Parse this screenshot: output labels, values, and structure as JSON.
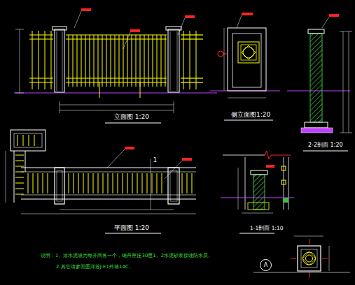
{
  "diagram": {
    "nodes": [
      {
        "text": [
          "A"
        ]
      }
    ],
    "labels": [
      "立面图 1:20",
      "侧立面图1:20",
      "2-2剖面 1:20",
      "平面图 1:20",
      "1-1剖面 1:10",
      "1",
      "说明：1、涂水泥墙为每开间各一个，钢丹座挂30厘1。2水泥砂浆接缝防水层。",
      "2.其它请参照图洋苏J-E1外墙14C。"
    ]
  }
}
